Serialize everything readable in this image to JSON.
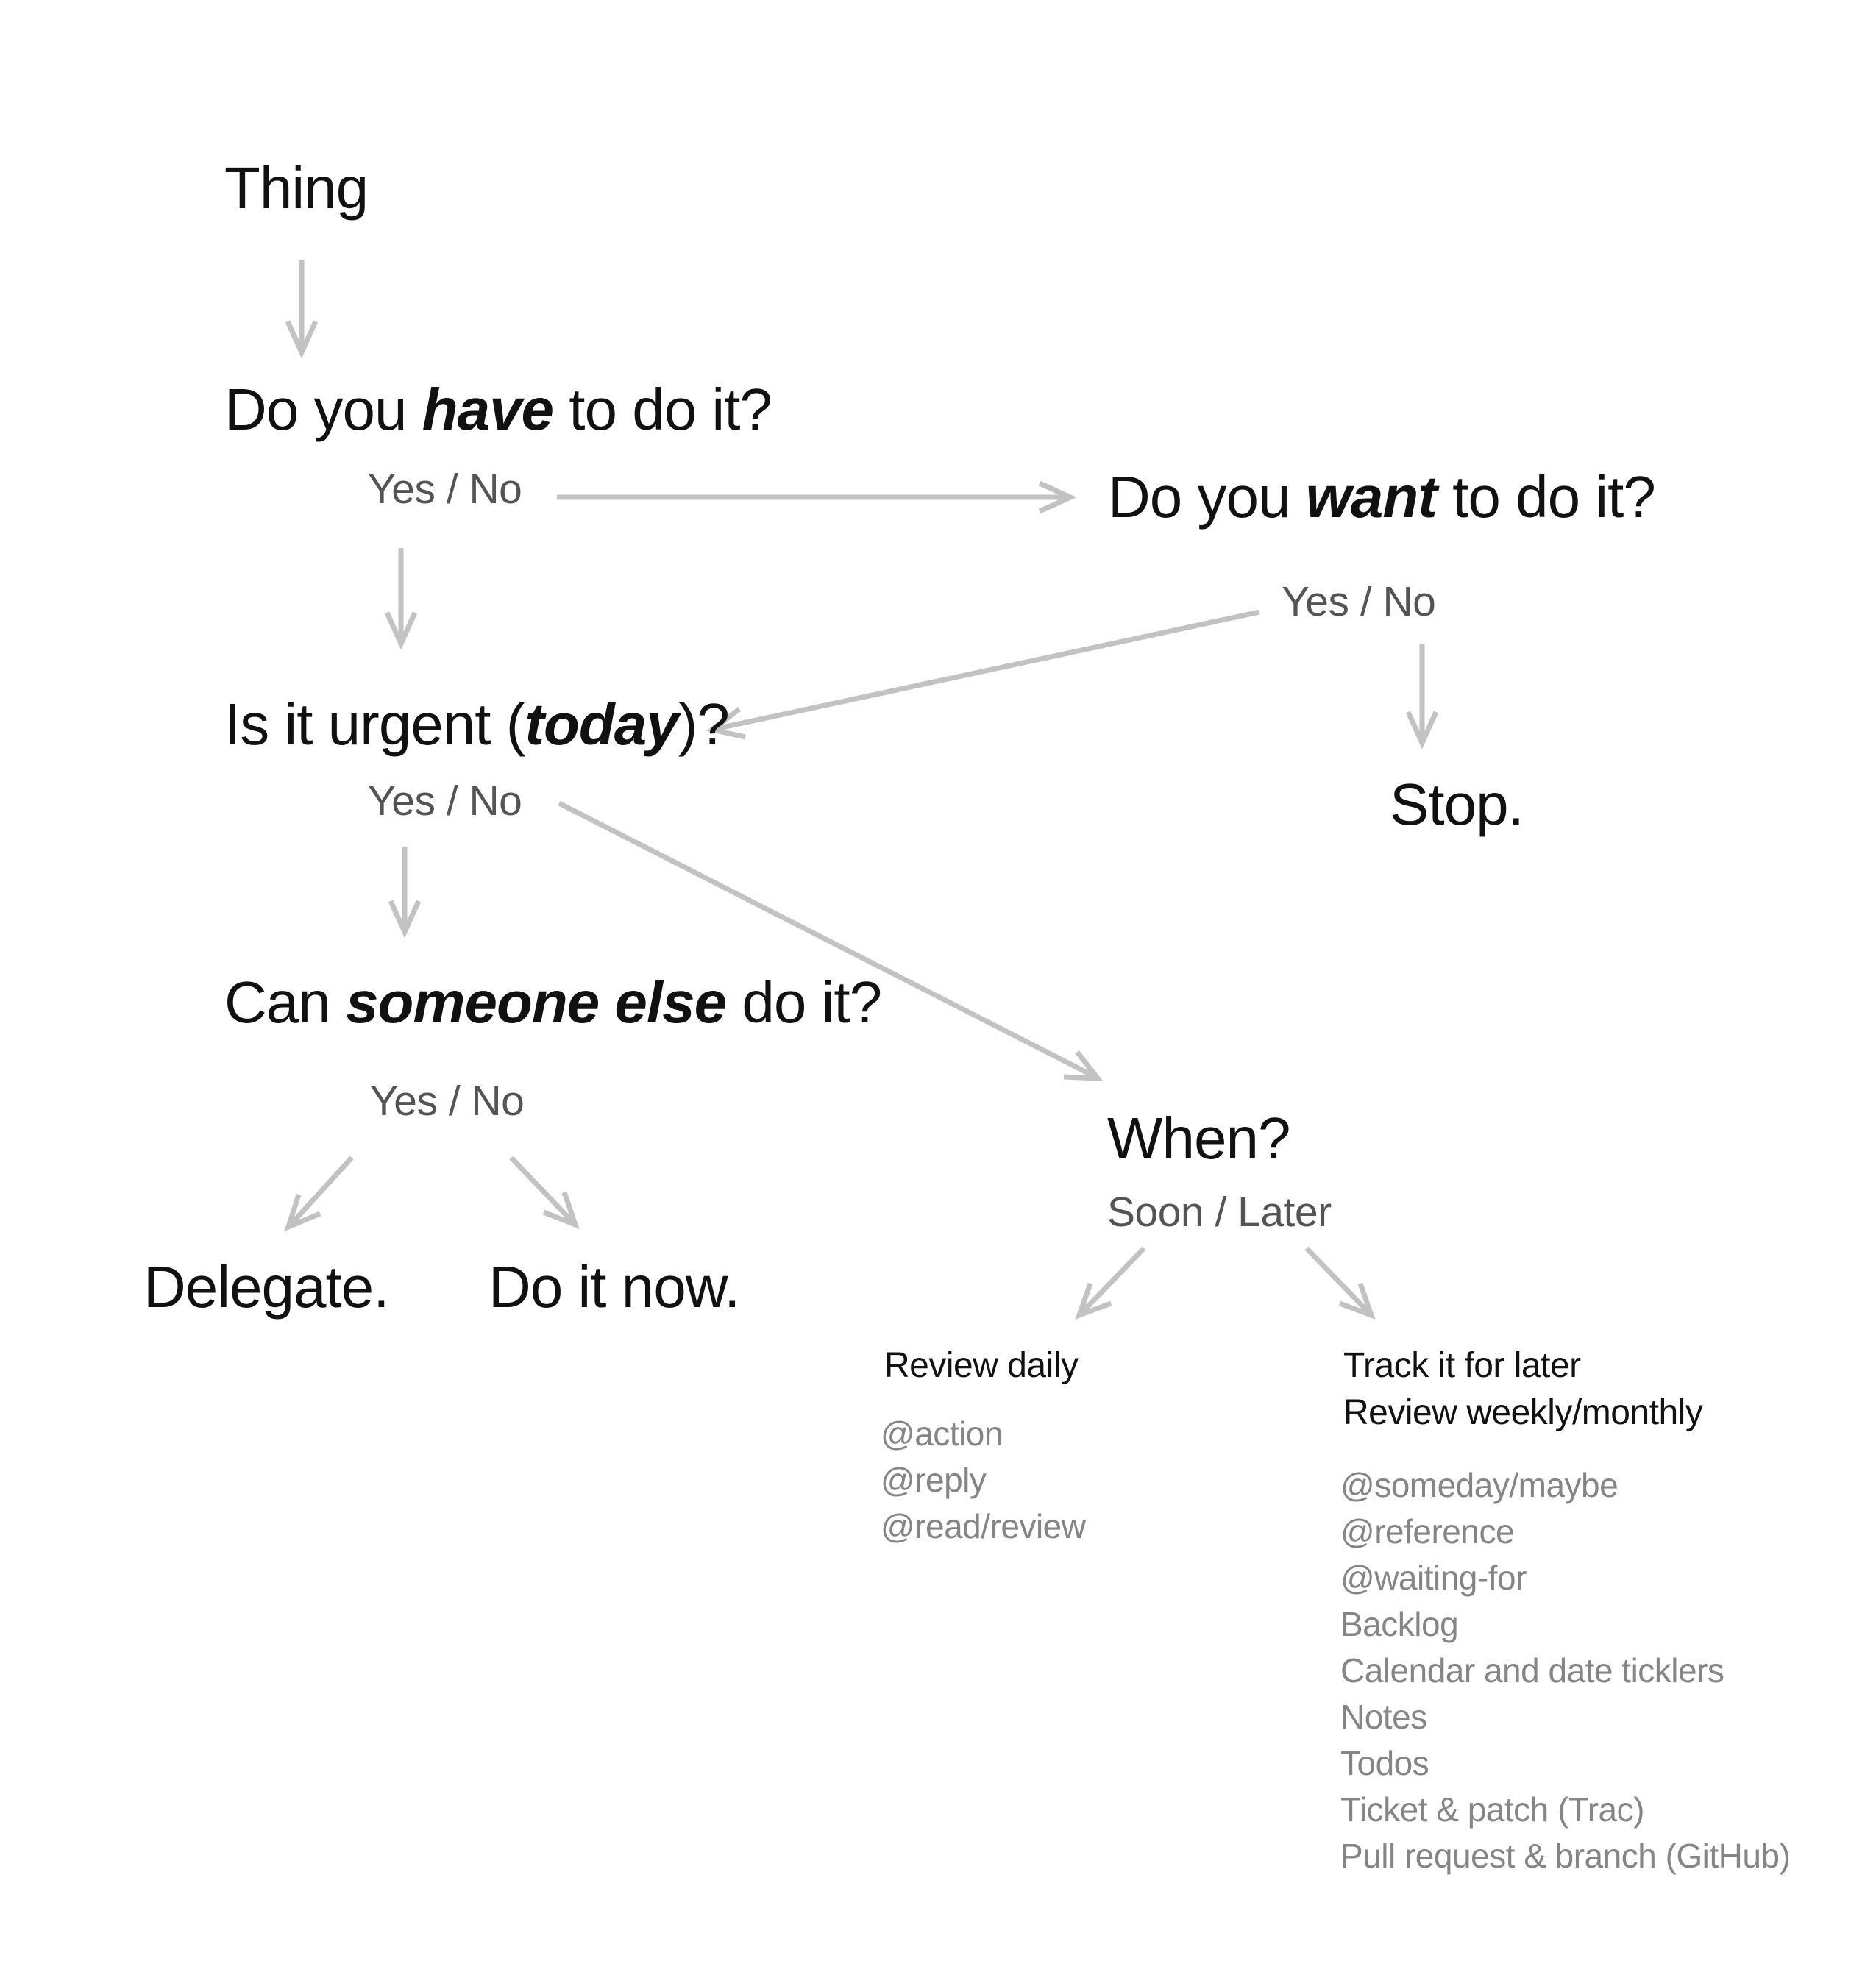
{
  "diagram": {
    "background": "#ffffff",
    "colors": {
      "question_text": "#111111",
      "branch_label": "#545454",
      "list_item": "#858585",
      "arrow": "#c2c2c2"
    },
    "labels": {
      "yes_no": "Yes / No",
      "soon_later": "Soon / Later"
    },
    "nodes": {
      "thing": "Thing",
      "q_have": {
        "pre": "Do you ",
        "em": "have",
        "post": " to do it?"
      },
      "q_want": {
        "pre": "Do you ",
        "em": "want",
        "post": " to do it?"
      },
      "q_urgent": {
        "pre": "Is it urgent (",
        "em": "today",
        "post": ")?"
      },
      "q_someone": {
        "pre": "Can ",
        "em": "someone else",
        "post": " do it?"
      },
      "stop": "Stop.",
      "delegate": "Delegate.",
      "do_it_now": "Do it now.",
      "when": "When?"
    },
    "review_daily": {
      "title": "Review daily",
      "items": [
        "@action",
        "@reply",
        "@read/review"
      ]
    },
    "track_for_later": {
      "title_lines": [
        "Track it for later",
        "Review weekly/monthly"
      ],
      "items": [
        "@someday/maybe",
        "@reference",
        "@waiting-for",
        "Backlog",
        "Calendar and date ticklers",
        "Notes",
        "Todos",
        "Ticket & patch (Trac)",
        "Pull request & branch (GitHub)"
      ]
    }
  }
}
